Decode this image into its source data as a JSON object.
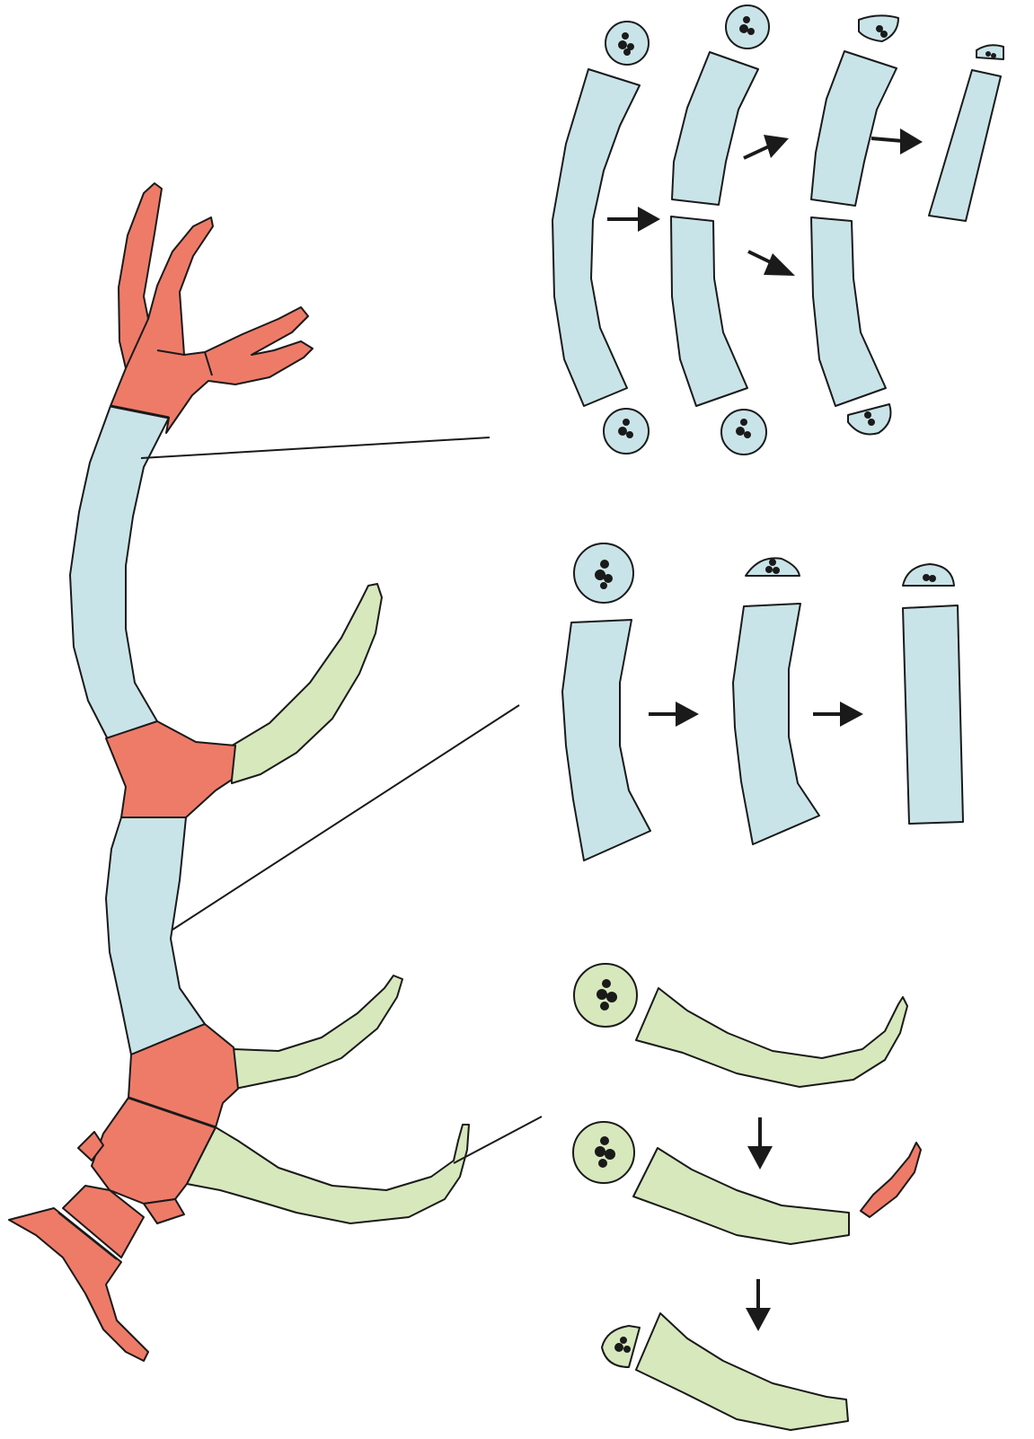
{
  "diagram": {
    "colors": {
      "red_segment": "#ee7b68",
      "blue_segment": "#c9e4e8",
      "green_segment": "#d7e8bd",
      "outline": "#1a1a1a"
    },
    "panels": [
      {
        "id": "top-panel",
        "arrow_directions": [
          "right",
          "up-right",
          "down-right",
          "right"
        ]
      },
      {
        "id": "middle-panel",
        "arrow_directions": [
          "right",
          "right"
        ]
      },
      {
        "id": "bottom-panel",
        "arrow_directions": [
          "down",
          "down"
        ]
      }
    ]
  }
}
